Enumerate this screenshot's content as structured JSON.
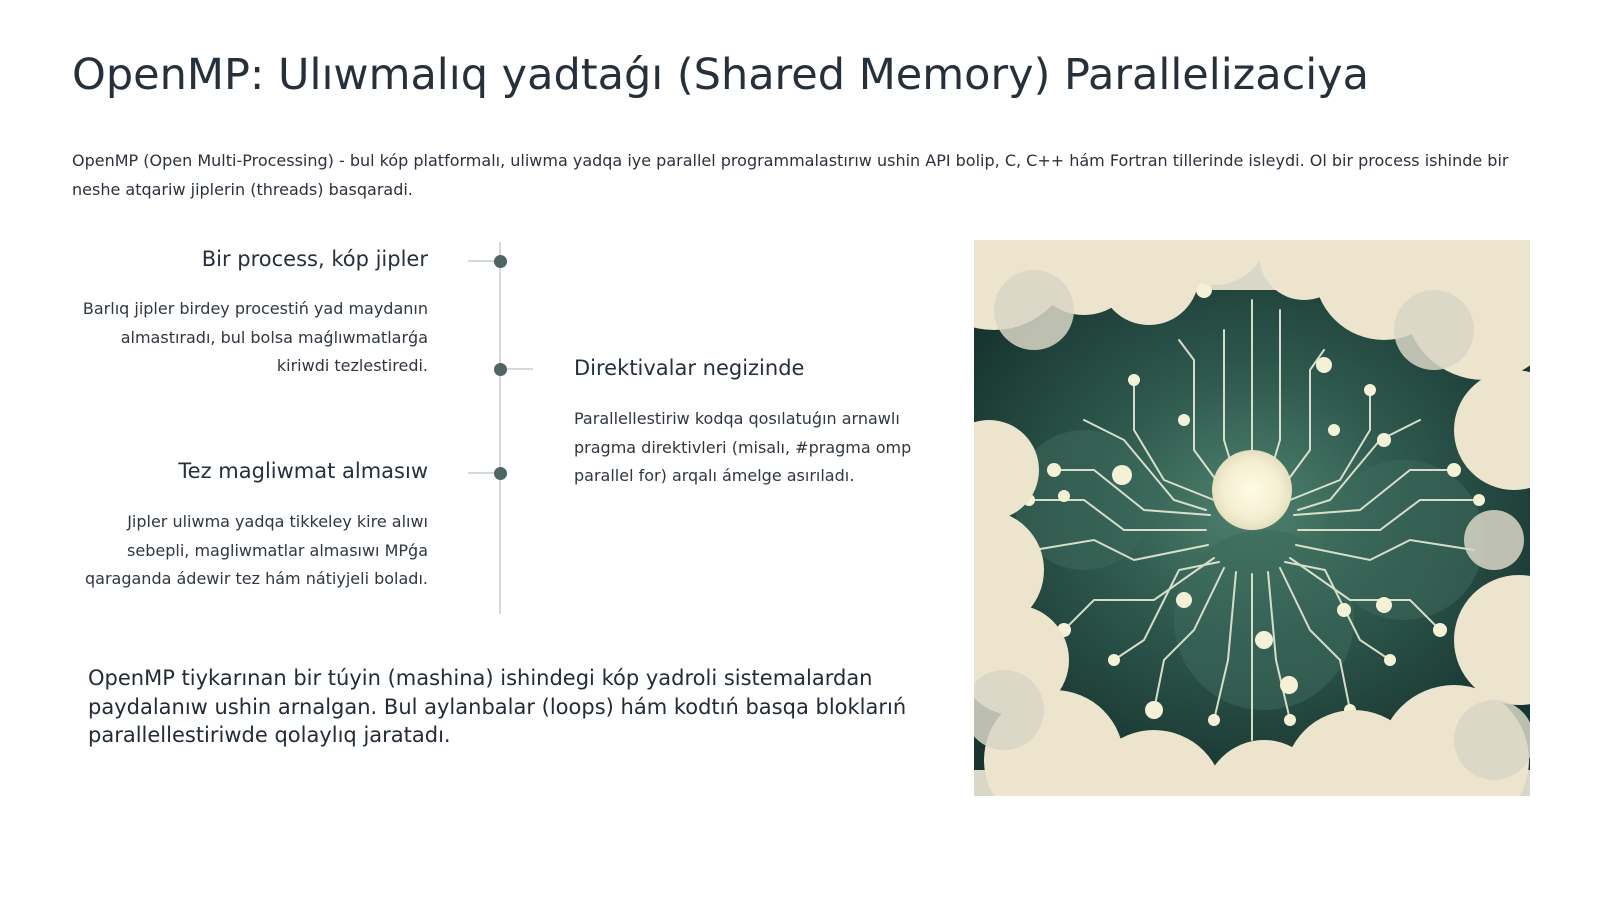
{
  "slide": {
    "title": "OpenMP: Ulıwmalıq yadtaǵı (Shared Memory) Parallelizaciya",
    "intro": "OpenMP (Open Multi-Processing) - bul kóp platformalı, uliwma yadqa iye parallel programmalastırıw ushin API bolip, C, C++ hám Fortran tillerinde isleydi. Ol bir process ishinde bir neshe atqariw jiplerin (threads) basqaradi.",
    "timeline": [
      {
        "title": "Bir process, kóp jipler",
        "description": "Barlıq jipler birdey procestiń yad maydanın almastıradı, bul bolsa maǵlıwmatlarǵa kiriwdi tezlestiredi."
      },
      {
        "title": "Direktivalar negizinde",
        "description": "Parallellestiriw kodqa qosılatuǵın arnawlı pragma direktivleri (misalı, #pragma omp parallel for) arqalı ámelge asırıladı."
      },
      {
        "title": "Tez magliwmat almasıw",
        "description": "Jipler uliwma yadqa tikkeley kire alıwı sebepli, magliwmatlar almasıwı MPǵa qaraganda ádewir tez hám nátiyjeli boladı."
      }
    ],
    "summary": "OpenMP tiykarınan bir túyin (mashina) ishindegi kóp yadroli sistemalardan paydalanıw ushin arnalgan. Bul aylanbalar (loops) hám kodtıń basqa bloklarıń parallellestiriwde qolaylıq jaratadı.",
    "illustration": {
      "icon": "circuit-network-illustration",
      "colors": {
        "dark": "#1f3a36",
        "mid": "#3e6b5d",
        "light": "#6f9a84",
        "cloud": "#ece4cc",
        "cloud_shade": "#d9d6c6",
        "glow": "#f6f2d8"
      }
    }
  }
}
